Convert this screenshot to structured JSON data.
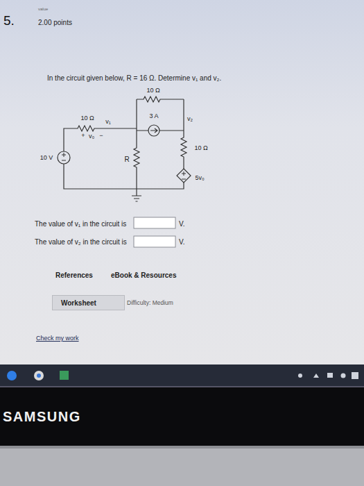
{
  "diagram": {
    "nodes": [
      {
        "text": [
          "Worksheet"
        ]
      }
    ],
    "labels": [
      "5.",
      "value",
      "2.00 points",
      "In the circuit given below, R = 16 Ω. Determine v₁ and v₂.",
      "10 Ω",
      "3 A",
      "10 Ω",
      "v₁",
      "+",
      "v₀",
      "−",
      "10 V",
      "R",
      "v₂",
      "10 Ω",
      "5v₀",
      "The value of v₁ in the circuit is",
      "V.",
      "The value of v₂ in the circuit is",
      "V.",
      "References",
      "eBook & Resources",
      "Difficulty: Medium",
      "Check my work",
      "SAMSUNG"
    ]
  }
}
